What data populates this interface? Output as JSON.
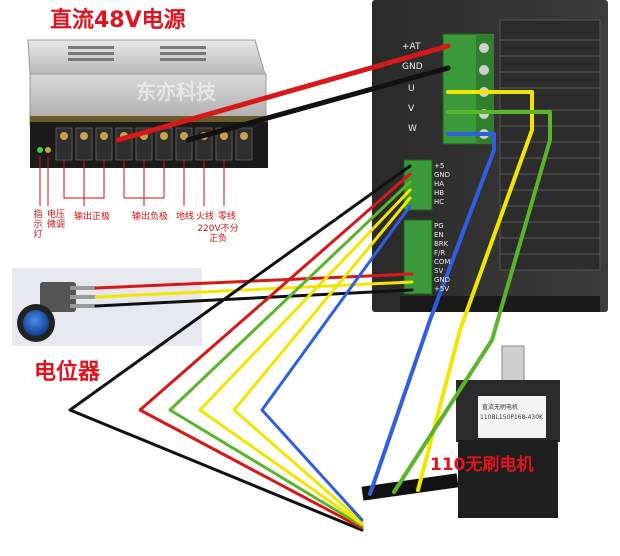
{
  "psu": {
    "title": "直流48V电源",
    "watermark": "东亦科技",
    "labels": {
      "indicator": "指示灯",
      "voltage_adjust": "电压微调",
      "output_positive": "输出正极",
      "output_negative": "输出负极",
      "ground": "地线",
      "live": "火线",
      "neutral": "零线",
      "ac_note": "220V不分正负"
    }
  },
  "driver": {
    "power_terminals": [
      "+AT",
      "GND",
      "U",
      "V",
      "W"
    ],
    "signal_terminals_top": [
      "+5",
      "GND",
      "HA",
      "HB",
      "HC"
    ],
    "signal_terminals_bottom": [
      "PG",
      "EN",
      "BRK",
      "F/R",
      "COM",
      "SV",
      "GND",
      "+5V"
    ]
  },
  "potentiometer": {
    "label": "电位器"
  },
  "motor": {
    "label": "110无刷电机",
    "nameplate_line1": "直流无刷电机",
    "nameplate_line2": "110BL150P168-430K"
  },
  "colors": {
    "red": "#d81818",
    "black": "#111111",
    "yellow": "#f2e600",
    "green": "#5ab52a",
    "blue": "#2f5fe0",
    "label_red": "#e0141e"
  }
}
